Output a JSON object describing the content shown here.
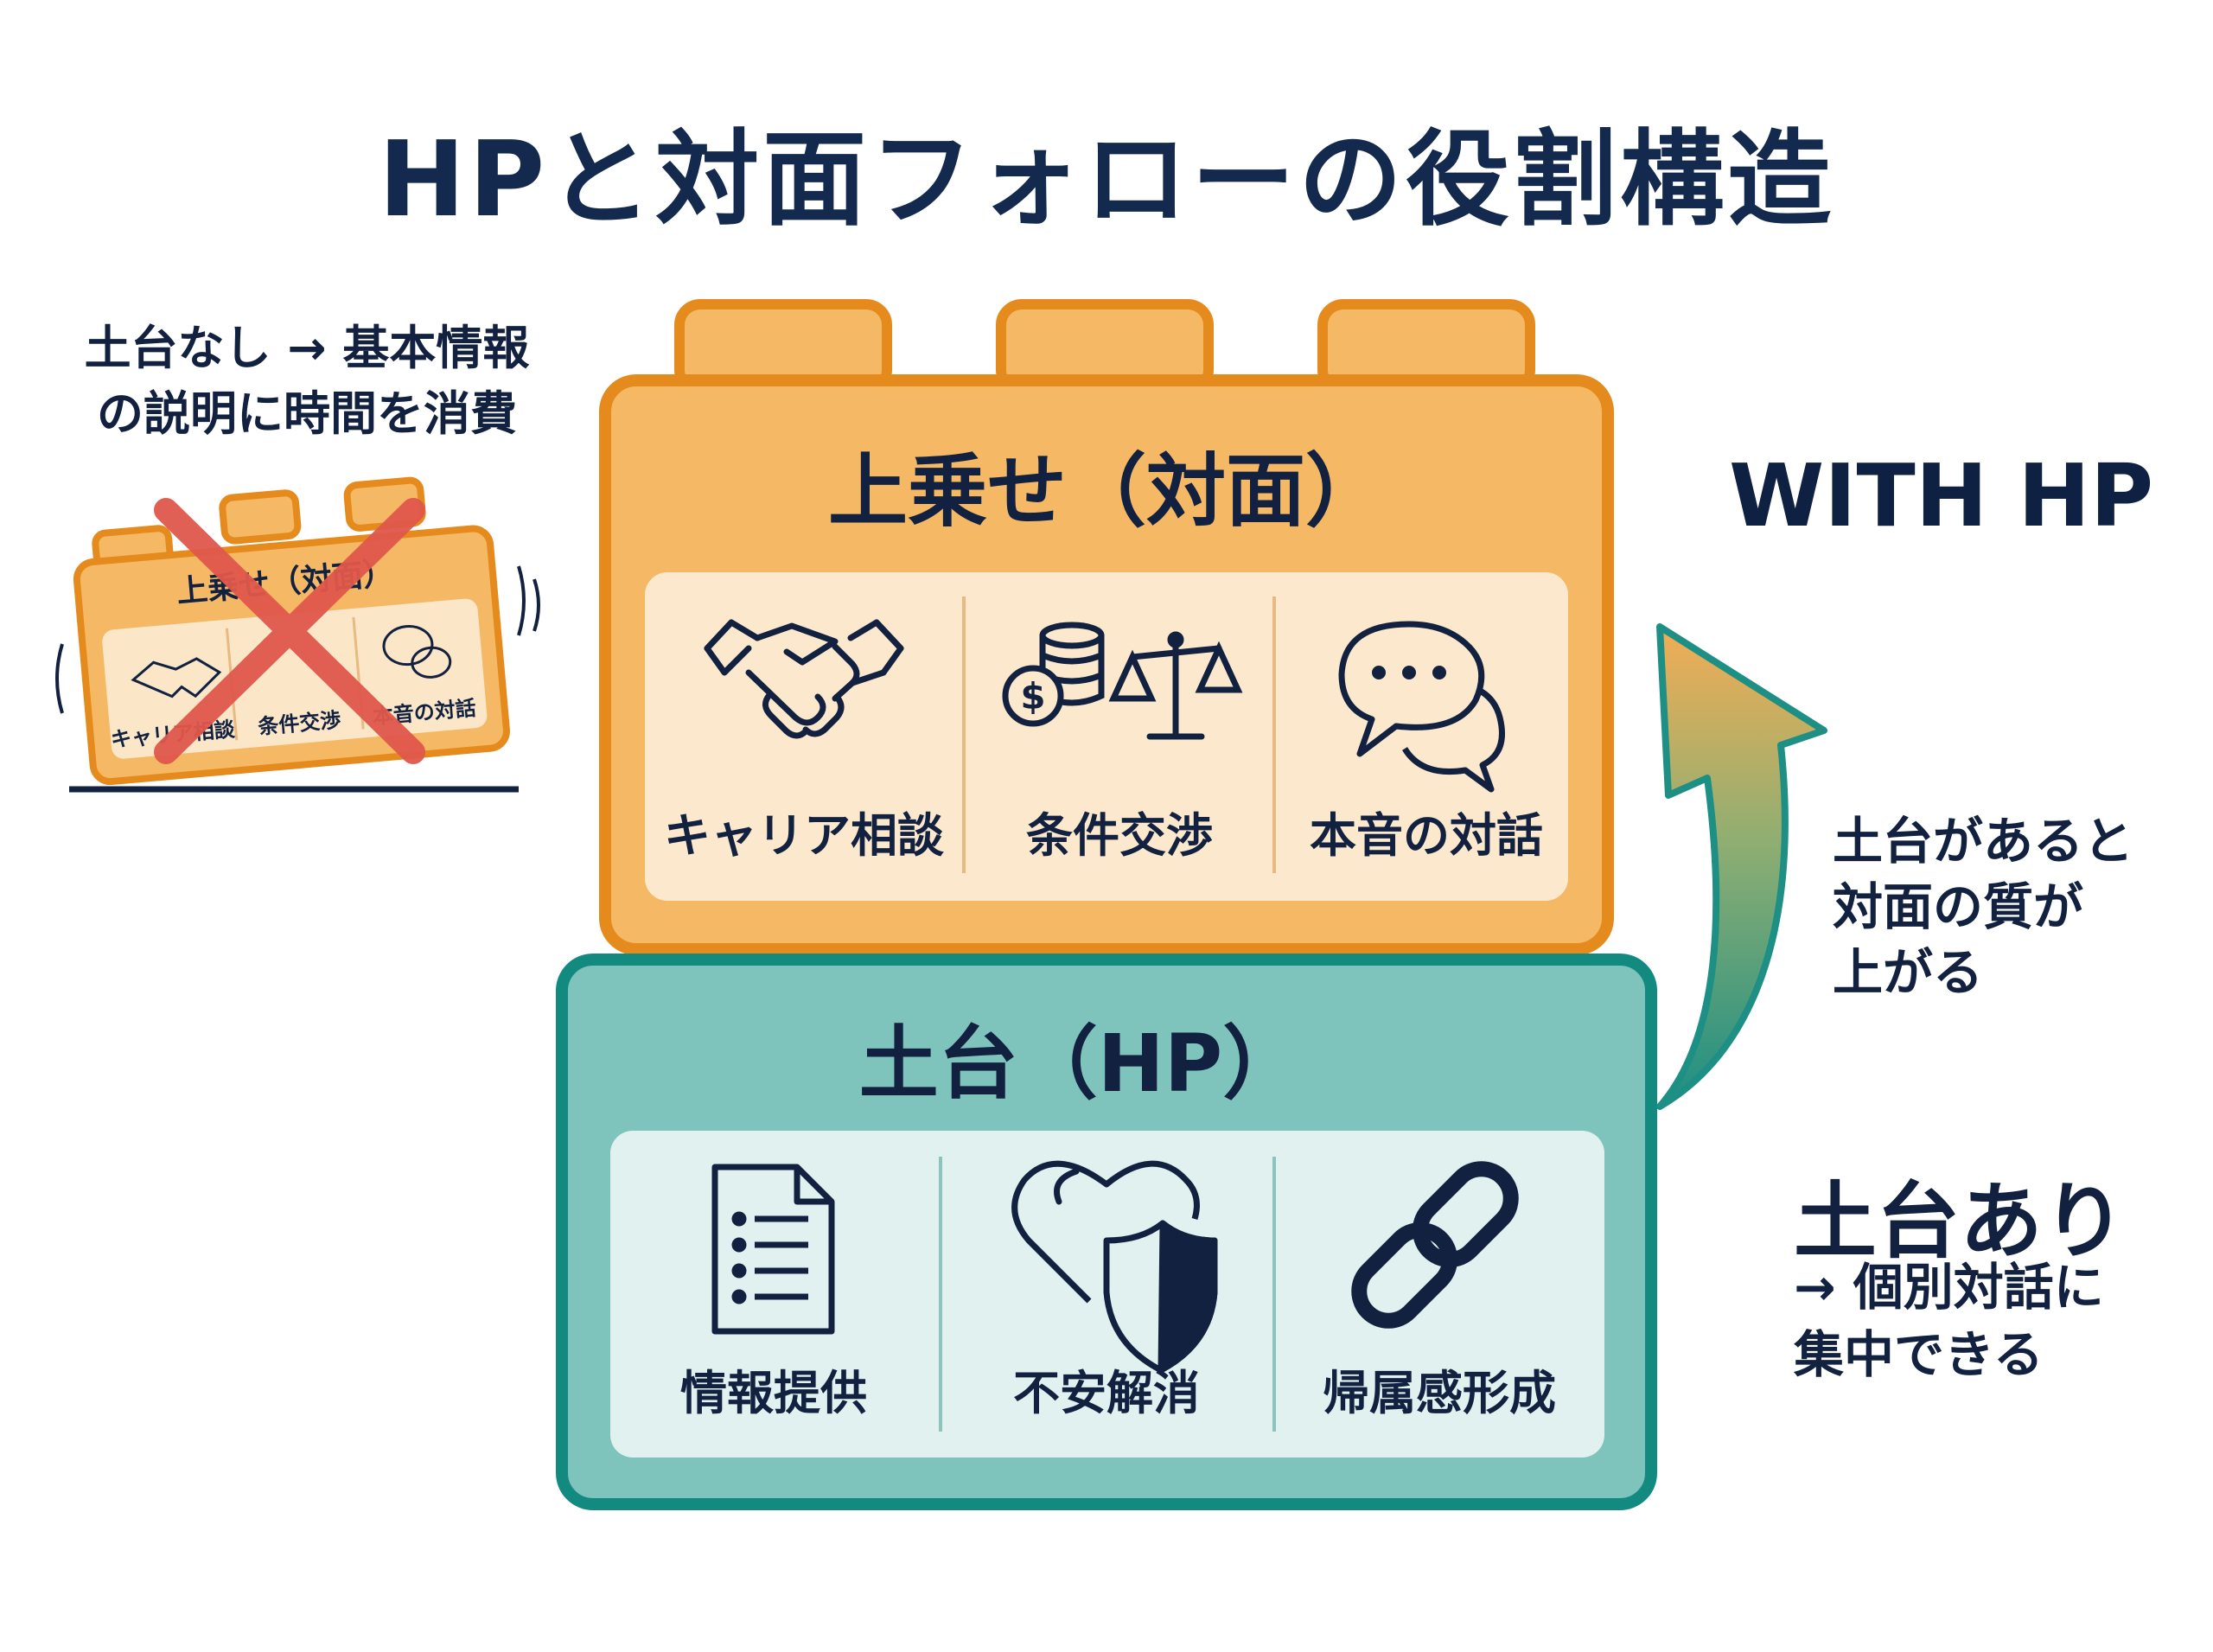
{
  "title": "HPと対面フォローの役割構造",
  "left_caption": {
    "line1": "土台なし → 基本情報",
    "line2": "の説明に時間を消費"
  },
  "top_block": {
    "title": "上乗せ（対面）",
    "items": [
      {
        "label": "キャリア相談",
        "icon": "handshake-icon"
      },
      {
        "label": "条件交渉",
        "icon": "coins-scale-icon"
      },
      {
        "label": "本音の対話",
        "icon": "speech-bubbles-icon"
      }
    ]
  },
  "bottom_block": {
    "title": "土台（HP）",
    "items": [
      {
        "label": "情報提供",
        "icon": "document-icon"
      },
      {
        "label": "不安解消",
        "icon": "heart-shield-icon"
      },
      {
        "label": "帰属感形成",
        "icon": "chain-link-icon"
      }
    ]
  },
  "small_block": {
    "title": "上乗せ（対面）",
    "items": [
      "キャリア相談",
      "条件交渉",
      "本音の対話"
    ]
  },
  "with_hp": "WITH HP",
  "right_note": {
    "line1": "土台があると",
    "line2": "対面の質が",
    "line3": "上がる"
  },
  "base_note": {
    "main": "土台あり",
    "line1": "→ 個別対話に",
    "line2": "集中できる"
  },
  "colors": {
    "navy": "#132a4e",
    "orange_border": "#e58a1c",
    "orange_fill": "#f5b865",
    "teal_border": "#138a80",
    "teal_fill": "#7fc3bd",
    "cross_red": "#e0584c"
  }
}
